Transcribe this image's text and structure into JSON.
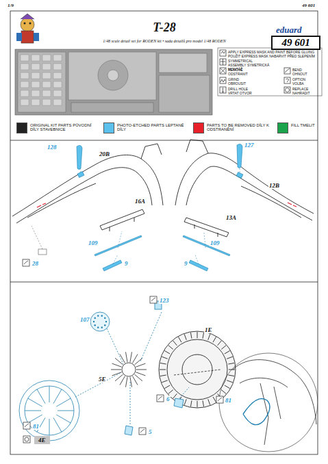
{
  "diagram": {
    "title": "T-28",
    "nodes": [
      {
        "text": [
          "49 601"
        ]
      }
    ],
    "labels": [
      "1/9",
      "49 601",
      "1/48 scale detail set for RODEN kit • sada detailů pro model 1/48 RODEN",
      "eduard",
      "128",
      "20B",
      "16A",
      "109",
      "9",
      "28",
      "127",
      "12B",
      "13A",
      "109",
      "9",
      "123",
      "107",
      "1E",
      "5E",
      "6",
      "81",
      "81",
      "5",
      "4E"
    ],
    "legend": [
      {
        "text": "APPLY EXPRESS MASK AND PAINT BEFORE GLUING POUŽIT EXPRESS MASK NABARVIT PŘED SLEPENÍM"
      },
      {
        "text": "SYMMETRICAL ASSEMBLY SYMETRICKÁ MONTÁŽ"
      },
      {
        "text": "REMOVE ODSTRANIT"
      },
      {
        "text": "BEND OHNOUT"
      },
      {
        "text": "GRIND OBROUSIT"
      },
      {
        "text": "OPTION VOLBA"
      },
      {
        "text": "DRILL HOLE VRTAT OTVOR"
      },
      {
        "text": "REPLACE NAHRADIT"
      },
      {
        "text": "ORIGINAL KIT PARTS PŮVODNÍ DÍLY STAVEBNICE",
        "color": "#222222"
      },
      {
        "text": "PHOTO-ETCHED PARTS LEPTANÉ DÍLY",
        "color": "#5bc0eb"
      },
      {
        "text": "PARTS TO BE REMOVED DÍLY K ODSTRANĚNÍ",
        "color": "#e8202a"
      },
      {
        "text": "FILL TMELIT",
        "color": "#1aa34a"
      }
    ]
  }
}
